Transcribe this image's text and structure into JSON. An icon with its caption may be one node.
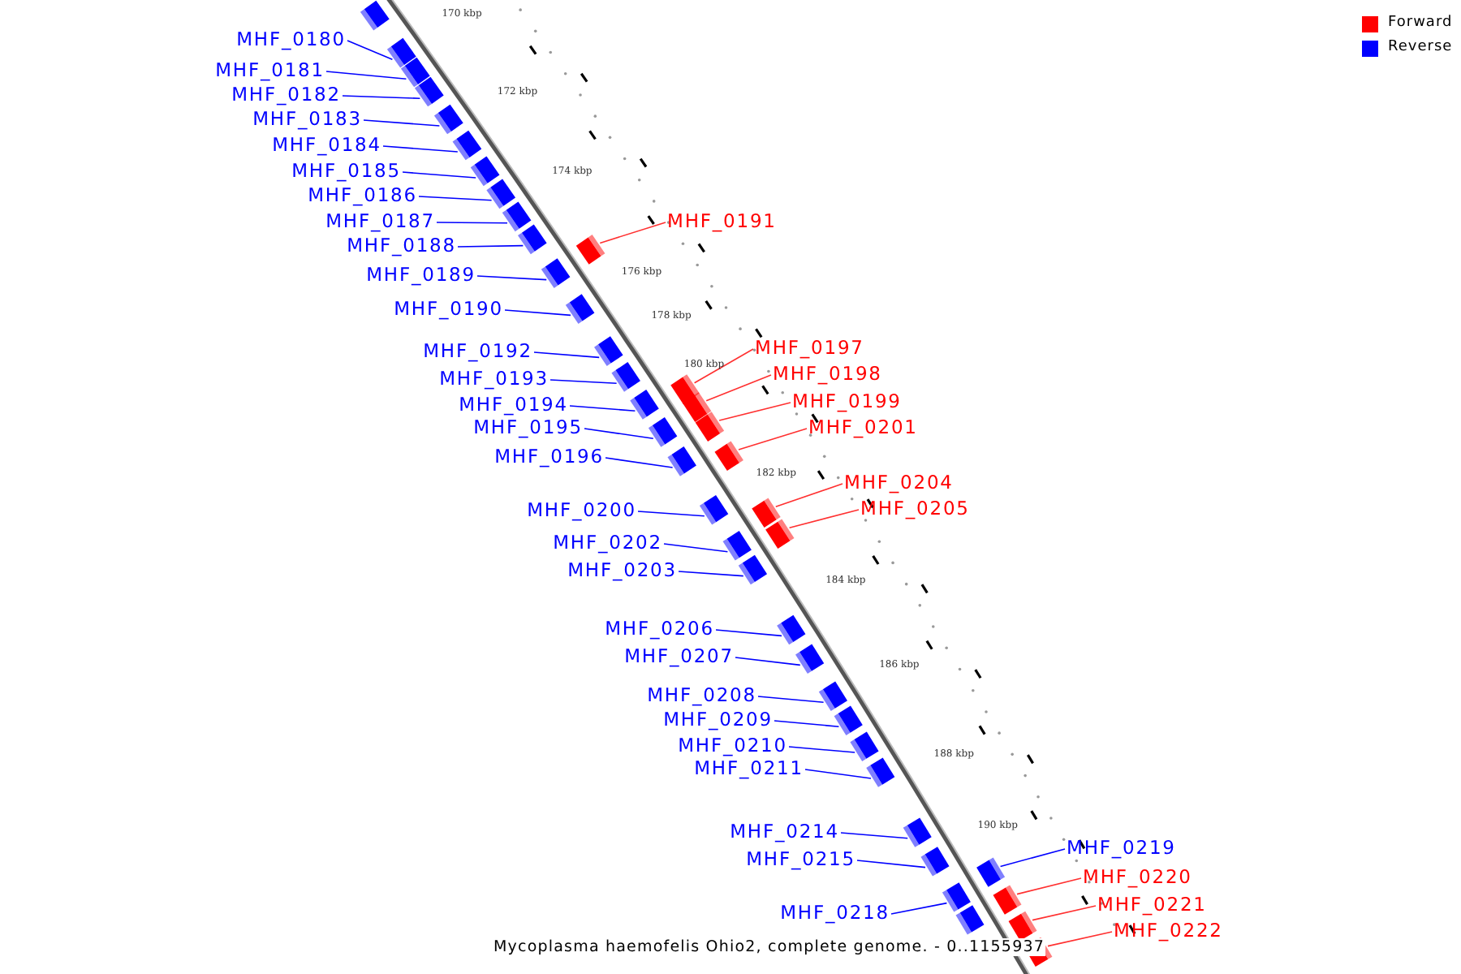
{
  "diagram": {
    "caption": "Mycoplasma haemofelis Ohio2, complete genome. - 0..1155937",
    "nodes": [
      {
        "text": [
          "MHF_0180"
        ]
      },
      {
        "text": [
          "MHF_0181"
        ]
      },
      {
        "text": [
          "MHF_0182"
        ]
      },
      {
        "text": [
          "MHF_0183"
        ]
      },
      {
        "text": [
          "MHF_0184"
        ]
      },
      {
        "text": [
          "MHF_0185"
        ]
      },
      {
        "text": [
          "MHF_0186"
        ]
      },
      {
        "text": [
          "MHF_0187"
        ]
      },
      {
        "text": [
          "MHF_0188"
        ]
      },
      {
        "text": [
          "MHF_0191"
        ]
      },
      {
        "text": [
          "MHF_0189"
        ]
      },
      {
        "text": [
          "MHF_0190"
        ]
      },
      {
        "text": [
          "MHF_0192"
        ]
      },
      {
        "text": [
          "MHF_0197"
        ]
      },
      {
        "text": [
          "MHF_0198"
        ]
      },
      {
        "text": [
          "MHF_0193"
        ]
      },
      {
        "text": [
          "MHF_0199"
        ]
      },
      {
        "text": [
          "MHF_0194"
        ]
      },
      {
        "text": [
          "MHF_0195"
        ]
      },
      {
        "text": [
          "MHF_0201"
        ]
      },
      {
        "text": [
          "MHF_0196"
        ]
      },
      {
        "text": [
          "MHF_0204"
        ]
      },
      {
        "text": [
          "MHF_0205"
        ]
      },
      {
        "text": [
          "MHF_0200"
        ]
      },
      {
        "text": [
          "MHF_0202"
        ]
      },
      {
        "text": [
          "MHF_0203"
        ]
      },
      {
        "text": [
          "MHF_0206"
        ]
      },
      {
        "text": [
          "MHF_0207"
        ]
      },
      {
        "text": [
          "MHF_0208"
        ]
      },
      {
        "text": [
          "MHF_0209"
        ]
      },
      {
        "text": [
          "MHF_0210"
        ]
      },
      {
        "text": [
          "MHF_0211"
        ]
      },
      {
        "text": [
          "MHF_0214"
        ]
      },
      {
        "text": [
          "MHF_0219"
        ]
      },
      {
        "text": [
          "MHF_0215"
        ]
      },
      {
        "text": [
          "MHF_0220"
        ]
      },
      {
        "text": [
          "MHF_0218"
        ]
      },
      {
        "text": [
          "MHF_0221"
        ]
      },
      {
        "text": [
          "MHF_0222"
        ]
      },
      {
        "text": [],
        "shape": "box"
      },
      {
        "text": [],
        "shape": "box"
      },
      {
        "text": [],
        "shape": "box"
      },
      {
        "text": [],
        "shape": "box"
      },
      {
        "text": [],
        "shape": "box"
      },
      {
        "text": [],
        "shape": "box"
      },
      {
        "text": [],
        "shape": "box"
      },
      {
        "text": [],
        "shape": "box"
      },
      {
        "text": [],
        "shape": "box"
      },
      {
        "text": [],
        "shape": "box"
      },
      {
        "text": [],
        "shape": "box"
      },
      {
        "text": [],
        "shape": "box"
      },
      {
        "text": [],
        "shape": "box"
      },
      {
        "text": [],
        "shape": "box"
      },
      {
        "text": [],
        "shape": "box"
      },
      {
        "text": [],
        "shape": "box"
      },
      {
        "text": [],
        "shape": "box"
      },
      {
        "text": [],
        "shape": "box"
      },
      {
        "text": [],
        "shape": "box"
      },
      {
        "text": [],
        "shape": "box"
      },
      {
        "text": [],
        "shape": "box"
      },
      {
        "text": [],
        "shape": "box"
      },
      {
        "text": [],
        "shape": "box"
      },
      {
        "text": [],
        "shape": "box"
      },
      {
        "text": [],
        "shape": "box"
      },
      {
        "text": [],
        "shape": "box"
      },
      {
        "text": [],
        "shape": "box"
      },
      {
        "text": [],
        "shape": "box"
      },
      {
        "text": [],
        "shape": "box"
      },
      {
        "text": [],
        "shape": "box"
      },
      {
        "text": [],
        "shape": "box"
      },
      {
        "text": [],
        "shape": "box"
      },
      {
        "text": [],
        "shape": "box"
      },
      {
        "text": [],
        "shape": "box"
      },
      {
        "text": [],
        "shape": "box"
      },
      {
        "text": [],
        "shape": "box"
      },
      {
        "text": [],
        "shape": "box"
      },
      {
        "text": [],
        "shape": "box"
      },
      {
        "text": [],
        "shape": "box"
      },
      {
        "text": [],
        "shape": "box"
      },
      {
        "text": [],
        "shape": "box"
      }
    ],
    "edges": [
      {
        "from": 0,
        "to": 40,
        "arrow": "none"
      },
      {
        "from": 1,
        "to": 41,
        "arrow": "none"
      },
      {
        "from": 2,
        "to": 42,
        "arrow": "none"
      },
      {
        "from": 3,
        "to": 43,
        "arrow": "none"
      },
      {
        "from": 4,
        "to": 44,
        "arrow": "none"
      },
      {
        "from": 5,
        "to": 45,
        "arrow": "none"
      },
      {
        "from": 6,
        "to": 46,
        "arrow": "none"
      },
      {
        "from": 7,
        "to": 47,
        "arrow": "none"
      },
      {
        "from": 8,
        "to": 48,
        "arrow": "none"
      },
      {
        "from": 9,
        "to": 50,
        "arrow": "none",
        "color": "#ff3030"
      },
      {
        "from": 10,
        "to": 49,
        "arrow": "none"
      },
      {
        "from": 11,
        "to": 51,
        "arrow": "none"
      },
      {
        "from": 12,
        "to": 52,
        "arrow": "none"
      },
      {
        "from": 13,
        "to": 55,
        "arrow": "none",
        "color": "#ff3030"
      },
      {
        "from": 14,
        "to": 56,
        "arrow": "none",
        "color": "#ff3030"
      },
      {
        "from": 15,
        "to": 53,
        "arrow": "none"
      },
      {
        "from": 16,
        "to": 58,
        "arrow": "none",
        "color": "#ff3030"
      },
      {
        "from": 17,
        "to": 54,
        "arrow": "none"
      },
      {
        "from": 18,
        "to": 57,
        "arrow": "none"
      },
      {
        "from": 19,
        "to": 60,
        "arrow": "none",
        "color": "#ff3030"
      },
      {
        "from": 20,
        "to": 59,
        "arrow": "none"
      },
      {
        "from": 21,
        "to": 62,
        "arrow": "none",
        "color": "#ff3030"
      },
      {
        "from": 22,
        "to": 64,
        "arrow": "none",
        "color": "#ff3030"
      },
      {
        "from": 23,
        "to": 61,
        "arrow": "none"
      },
      {
        "from": 24,
        "to": 63,
        "arrow": "none"
      },
      {
        "from": 25,
        "to": 65,
        "arrow": "none"
      },
      {
        "from": 26,
        "to": 66,
        "arrow": "none"
      },
      {
        "from": 27,
        "to": 67,
        "arrow": "none"
      },
      {
        "from": 28,
        "to": 68,
        "arrow": "none"
      },
      {
        "from": 29,
        "to": 69,
        "arrow": "none"
      },
      {
        "from": 30,
        "to": 70,
        "arrow": "none"
      },
      {
        "from": 31,
        "to": 71,
        "arrow": "none"
      },
      {
        "from": 32,
        "to": 72,
        "arrow": "none"
      },
      {
        "from": 33,
        "to": 74,
        "arrow": "none"
      },
      {
        "from": 34,
        "to": 73,
        "arrow": "none"
      },
      {
        "from": 35,
        "to": 76,
        "arrow": "none",
        "color": "#ff3030"
      },
      {
        "from": 36,
        "to": 75,
        "arrow": "none"
      },
      {
        "from": 37,
        "to": 78,
        "arrow": "none",
        "color": "#ff3030"
      },
      {
        "from": 38,
        "to": 79,
        "arrow": "none",
        "color": "#ff3030"
      }
    ],
    "labels": [
      "170 kbp",
      "172 kbp",
      "174 kbp",
      "176 kbp",
      "178 kbp",
      "180 kbp",
      "182 kbp",
      "184 kbp",
      "186 kbp",
      "188 kbp",
      "190 kbp"
    ],
    "legend": [
      {
        "text": "Forward",
        "color": "#ff0000"
      },
      {
        "text": "Reverse",
        "color": "#0000ff"
      }
    ]
  }
}
